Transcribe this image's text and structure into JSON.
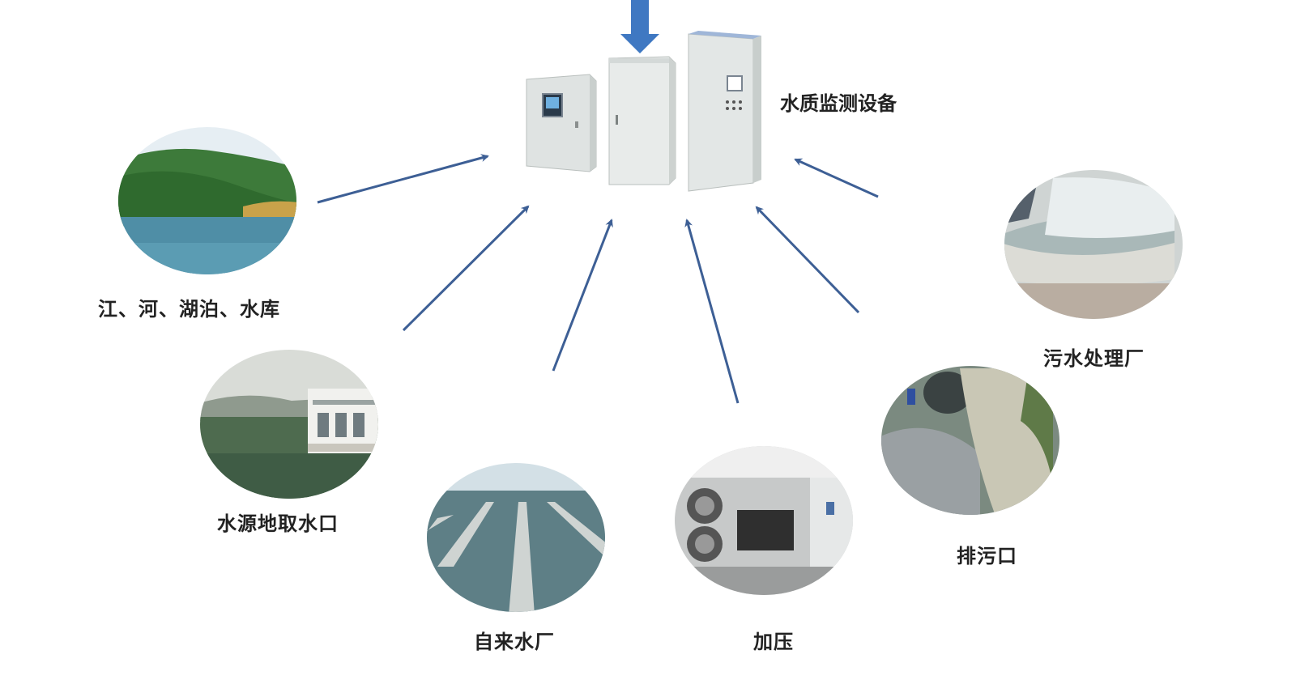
{
  "equipment": {
    "label": "水质监测设备"
  },
  "sources": [
    {
      "id": "river",
      "label": "江、河、湖泊、水库"
    },
    {
      "id": "intake",
      "label": "水源地取水口"
    },
    {
      "id": "waterworks",
      "label": "自来水厂"
    },
    {
      "id": "pump",
      "label": "加压"
    },
    {
      "id": "outlet",
      "label": "排污口"
    },
    {
      "id": "sewage",
      "label": "污水处理厂"
    }
  ],
  "colors": {
    "arrow": "#3d5f95",
    "top_arrow": "#3f78c2",
    "cabinet": "#e6e9e8"
  }
}
